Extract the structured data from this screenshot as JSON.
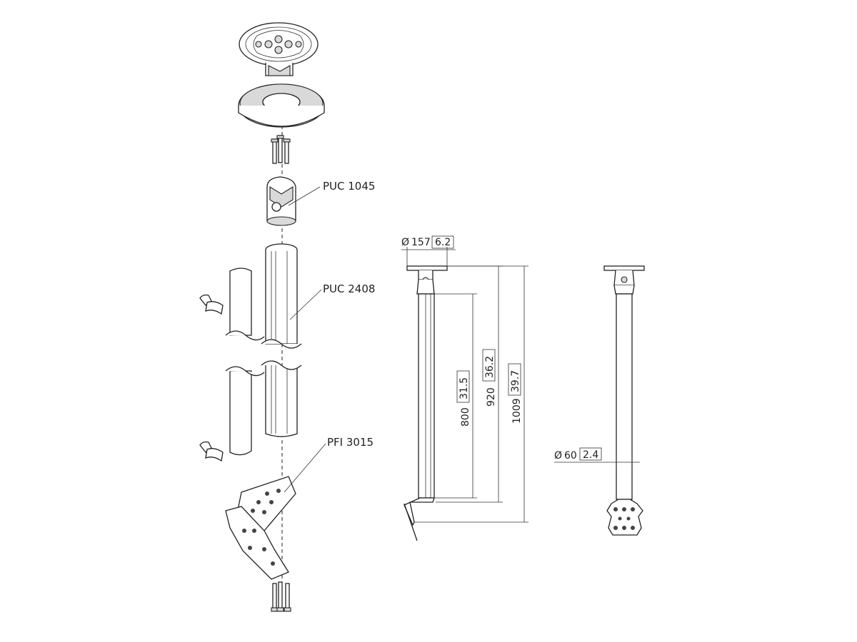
{
  "labels": {
    "puc1045": "PUC 1045",
    "puc2408": "PUC 2408",
    "pfi3015": "PFI 3015"
  },
  "dimensions": {
    "d157_mm": "157",
    "d157_in": "6.2",
    "h800_mm": "800",
    "h800_in": "31.5",
    "h920_mm": "920",
    "h920_in": "36.2",
    "h1009_mm": "1009",
    "h1009_in": "39.7",
    "d60_mm": "60",
    "d60_in": "2.4",
    "diameter_symbol": "Ø"
  },
  "colors": {
    "line": "#222222",
    "fill_grey": "#d9d9d9",
    "background": "#ffffff"
  }
}
